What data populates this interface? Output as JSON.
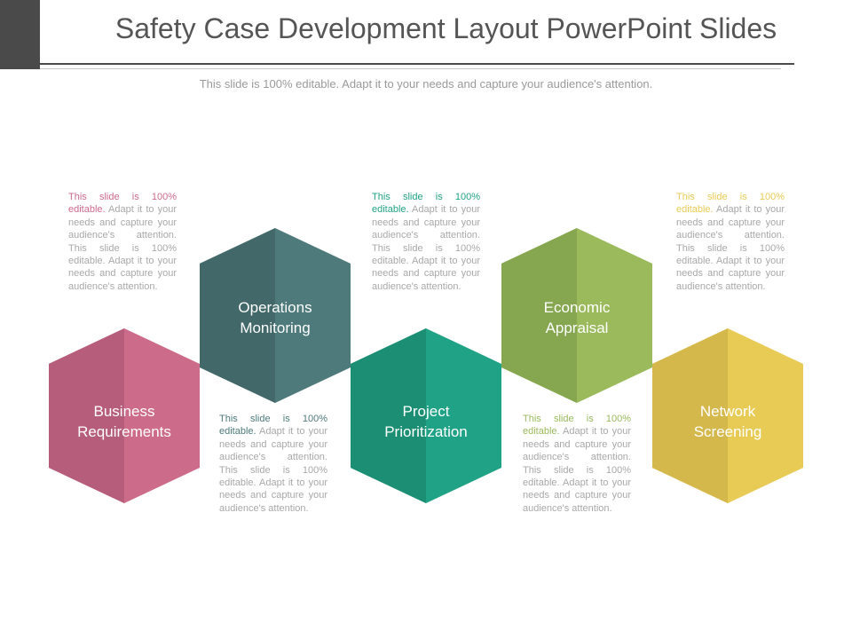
{
  "slide": {
    "title": "Safety Case Development Layout PowerPoint Slides",
    "subtitle": "This slide is 100% editable. Adapt it to your needs and capture your audience's attention."
  },
  "colors": {
    "pink": "#cc6b8a",
    "pink_dark": "#b55d7a",
    "slate": "#4f7a7b",
    "slate_dark": "#426869",
    "teal": "#20a286",
    "teal_dark": "#1b8e74",
    "olive": "#9aba5c",
    "olive_dark": "#86a650",
    "yellow": "#e8cb55",
    "yellow_dark": "#d5b84b"
  },
  "steps": [
    {
      "label_line1": "Business",
      "label_line2": "Requirements",
      "desc_lead": "This slide is 100% editable.",
      "desc_rest": "Adapt it to your needs and capture your audience's attention. This slide is 100% editable. Adapt it to your needs and capture your audience's attention."
    },
    {
      "label_line1": "Operations",
      "label_line2": "Monitoring",
      "desc_lead": "This slide is 100% editable.",
      "desc_rest": "Adapt it to your needs and capture your audience's attention. This slide is 100% editable. Adapt it to your needs and capture your audience's attention."
    },
    {
      "label_line1": "Project",
      "label_line2": "Prioritization",
      "desc_lead": "This slide is 100% editable.",
      "desc_rest": "Adapt it to your needs and capture your audience's attention. This slide is 100% editable. Adapt it to your needs and capture your audience's attention."
    },
    {
      "label_line1": "Economic",
      "label_line2": "Appraisal",
      "desc_lead": "This slide is 100% editable.",
      "desc_rest": "Adapt it to your needs and capture your audience's attention. This slide is 100% editable. Adapt it to your needs and capture your audience's attention."
    },
    {
      "label_line1": "Network",
      "label_line2": "Screening",
      "desc_lead": "This slide is 100% editable.",
      "desc_rest": "Adapt it to your needs and capture your audience's attention. This slide is 100% editable. Adapt it to your needs and capture your audience's attention."
    }
  ]
}
